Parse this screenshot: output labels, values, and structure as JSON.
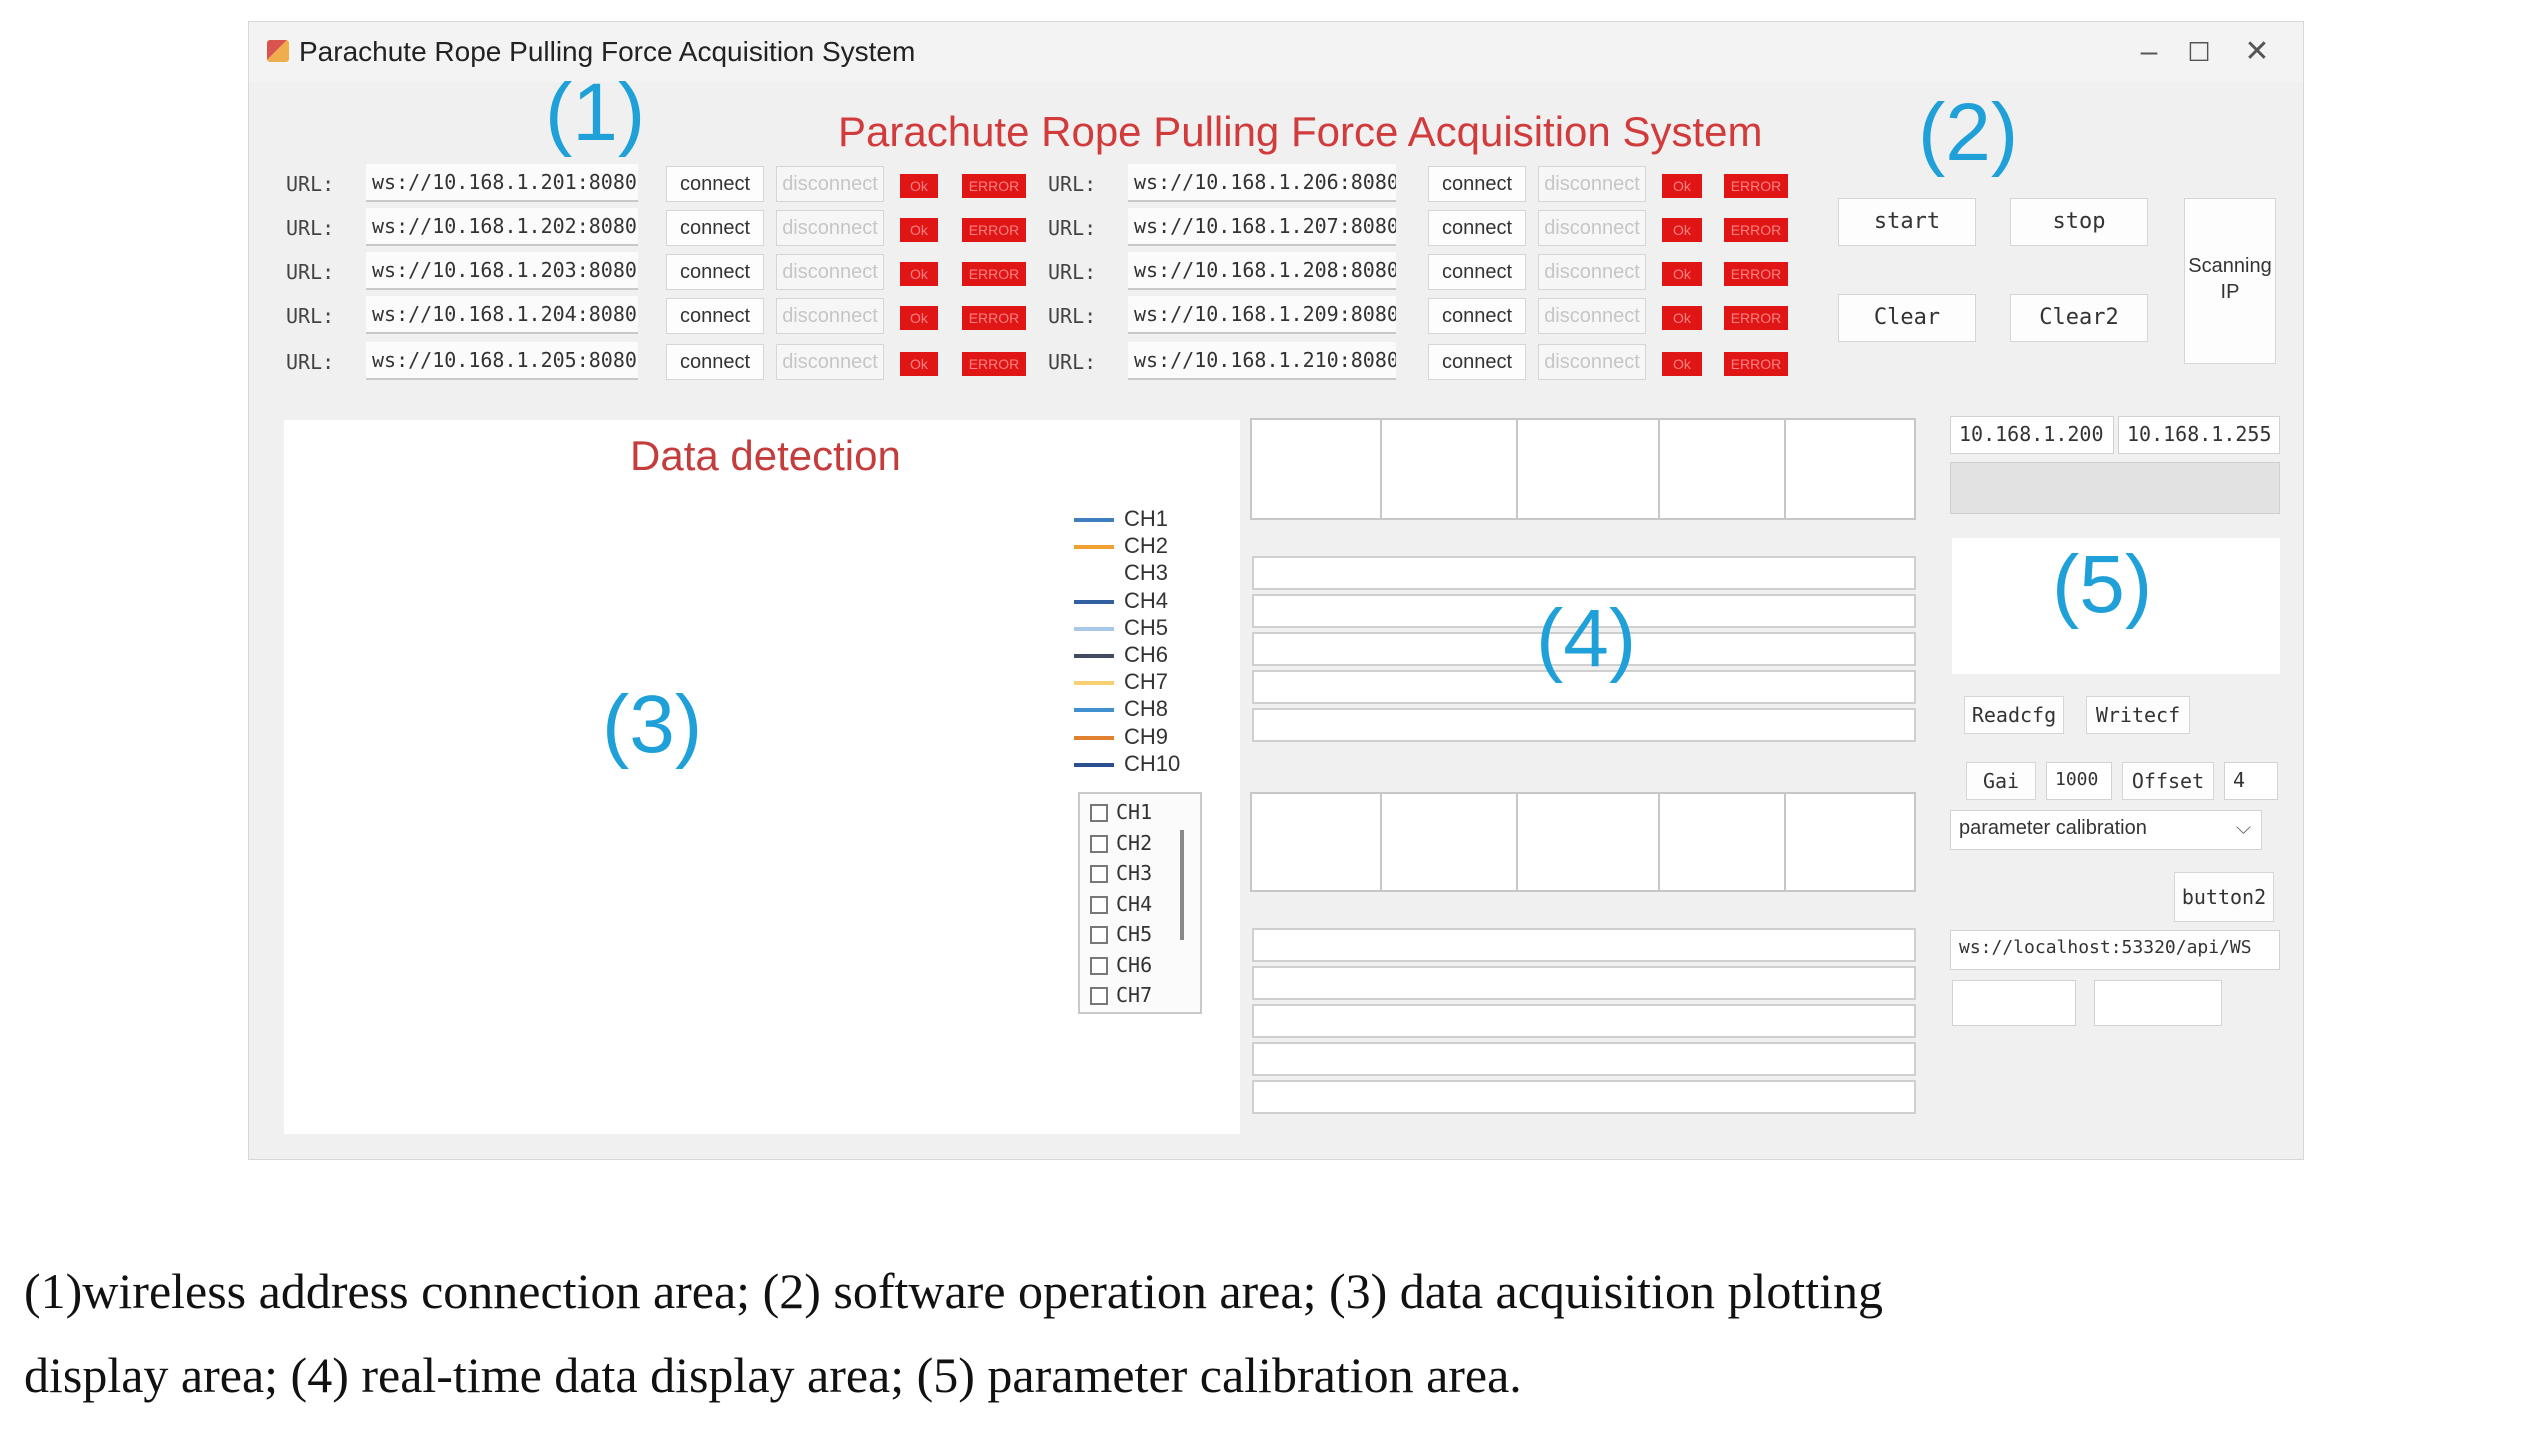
{
  "window": {
    "title": "Parachute Rope Pulling Force Acquisition System",
    "minimize": "–",
    "maximize": "☐",
    "close": "✕"
  },
  "header_title": "Parachute Rope Pulling Force Acquisition System",
  "markers": {
    "m1": "(1)",
    "m2": "(2)",
    "m3": "(3)",
    "m4": "(4)",
    "m5": "(5)"
  },
  "connections": {
    "url_label": "URL:",
    "connect_label": "connect",
    "disconnect_label": "disconnect",
    "status1": "Ok",
    "status2": "ERROR",
    "left": [
      {
        "url": "ws://10.168.1.201:8080"
      },
      {
        "url": "ws://10.168.1.202:8080"
      },
      {
        "url": "ws://10.168.1.203:8080"
      },
      {
        "url": "ws://10.168.1.204:8080"
      },
      {
        "url": "ws://10.168.1.205:8080"
      }
    ],
    "right": [
      {
        "url": "ws://10.168.1.206:8080"
      },
      {
        "url": "ws://10.168.1.207:8080"
      },
      {
        "url": "ws://10.168.1.208:8080"
      },
      {
        "url": "ws://10.168.1.209:8080"
      },
      {
        "url": "ws://10.168.1.210:8080"
      }
    ]
  },
  "operations": {
    "start": "start",
    "stop": "stop",
    "clear": "Clear",
    "clear2": "Clear2",
    "scanning_ip": "Scanning IP"
  },
  "chart": {
    "title": "Data detection",
    "legend": [
      {
        "name": "CH1",
        "color": "#3f7fbf"
      },
      {
        "name": "CH2",
        "color": "#f0a030"
      },
      {
        "name": "CH3",
        "color": "#ffffff"
      },
      {
        "name": "CH4",
        "color": "#3060a0"
      },
      {
        "name": "CH5",
        "color": "#a8c8e8"
      },
      {
        "name": "CH6",
        "color": "#404a60"
      },
      {
        "name": "CH7",
        "color": "#f8d070"
      },
      {
        "name": "CH8",
        "color": "#4090d0"
      },
      {
        "name": "CH9",
        "color": "#e08030"
      },
      {
        "name": "CH10",
        "color": "#2a5090"
      }
    ],
    "checkboxes": [
      "CH1",
      "CH2",
      "CH3",
      "CH4",
      "CH5",
      "CH6",
      "CH7"
    ]
  },
  "calibration": {
    "ip_start": "10.168.1.200",
    "ip_end": "10.168.1.255",
    "readcfg": "Readcfg",
    "writecf": "Writecf",
    "gai": "Gai",
    "gai_value": "1000",
    "offset": "Offset",
    "offset_value": "4",
    "mode_select": "parameter calibration",
    "button2": "button2",
    "ws_url": "ws://localhost:53320/api/WS"
  },
  "caption": {
    "line1": "(1)wireless address connection area; (2) software operation area; (3) data acquisition plotting",
    "line2": "display area; (4) real-time data display area; (5) parameter calibration area."
  },
  "colors": {
    "accent_blue": "#1fa0d8",
    "title_red": "#d13b3b",
    "status_red": "#e01515"
  }
}
